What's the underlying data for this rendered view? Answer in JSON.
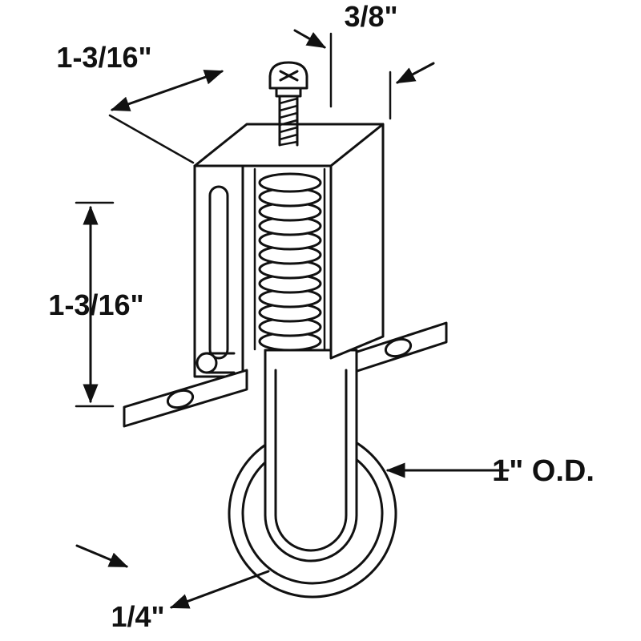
{
  "diagram": {
    "background": "#ffffff",
    "line_color": "#111111",
    "labels": {
      "top_offset": "3/8\"",
      "bracket_depth": "1-3/16\"",
      "bracket_height": "1-3/16\"",
      "wheel_outer_diameter": "1\" O.D.",
      "wheel_width": "1/4\""
    },
    "part_names": [
      "adjustment-screw",
      "spring",
      "bracket-housing",
      "adjustment-slot",
      "axle-pin",
      "mounting-flange-left",
      "mounting-flange-right",
      "wheel-yoke",
      "roller-wheel"
    ]
  }
}
